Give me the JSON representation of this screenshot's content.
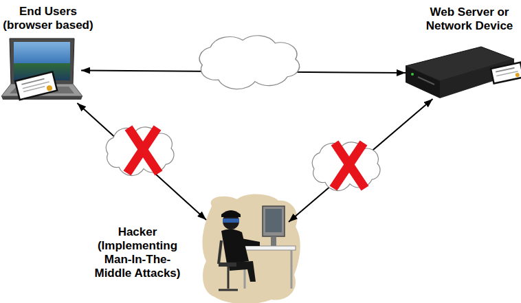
{
  "diagram": {
    "nodes": [
      {
        "text": [
          "End Users (browser based)"
        ]
      },
      {
        "text": [
          "Web Server or Network Device"
        ]
      },
      {
        "text": [
          "Hacker (Implementing Man-In-The-Middle Attacks)"
        ]
      }
    ],
    "edges": [
      {
        "from": 0,
        "to": 1,
        "arrow": "both"
      },
      {
        "from": 0,
        "to": 2,
        "arrow": "both"
      },
      {
        "from": 1,
        "to": 2,
        "arrow": "both"
      }
    ]
  }
}
